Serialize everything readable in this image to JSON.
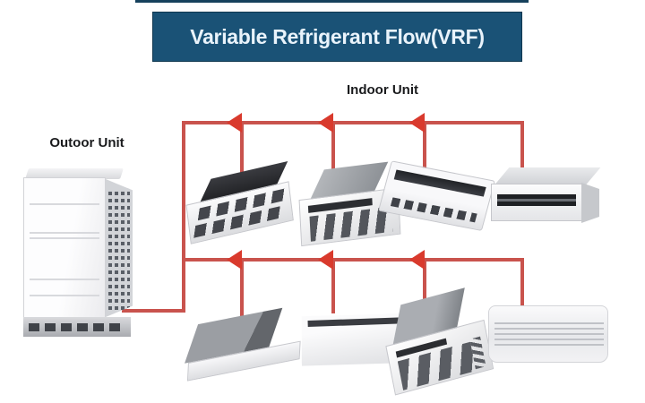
{
  "banner": {
    "title": "Variable Refrigerant Flow(VRF)"
  },
  "labels": {
    "indoor": "Indoor Unit",
    "outdoor": "Outoor Unit"
  },
  "colors": {
    "banner_bg": "#1a5276",
    "banner_text": "#e9f3fb",
    "strip_navy": "#16415c",
    "pipe_red": "#c9534d",
    "arrow_red": "#d93a2d",
    "label_ink": "#1a1b1d"
  },
  "icons": {
    "flow_arrows": "left-pointing red triangles at each branch junction",
    "outdoor_unit": "vrf-outdoor-unit-cabinet",
    "indoor_row1": [
      "one-way-cassette-indoor-unit",
      "four-way-cassette-indoor-unit",
      "ceiling-suspended-indoor-unit",
      "ducted-indoor-unit"
    ],
    "indoor_row2": [
      "one-way-cassette-indoor-unit",
      "ceiling-suspended-indoor-unit",
      "four-way-cassette-indoor-unit",
      "wall-mounted-indoor-unit"
    ]
  }
}
